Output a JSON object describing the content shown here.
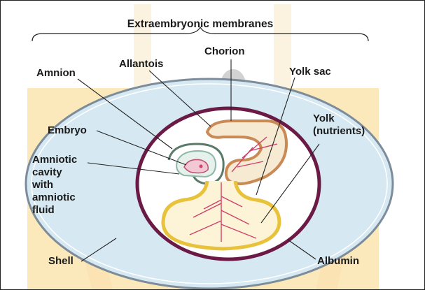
{
  "title": "Extraembryonic membranes",
  "labels": {
    "chorion": "Chorion",
    "allantois": "Allantois",
    "amnion": "Amnion",
    "yolk_sac": "Yolk sac",
    "embryo": "Embryo",
    "yolk_line1": "Yolk",
    "yolk_line2": "(nutrients)",
    "amniotic_line1": "Amniotic",
    "amniotic_line2": "cavity",
    "amniotic_line3": "with",
    "amniotic_line4": "amniotic",
    "amniotic_line5": "fluid",
    "shell": "Shell",
    "albumin": "Albumin"
  },
  "colors": {
    "background_panel": "#fbe6b4",
    "egg_fill": "#d6e8f2",
    "shell_stroke": "#7c8c9a",
    "chorion": "#6a1a45",
    "allantois": "#c98a55",
    "yolk_sac": "#e8c23a",
    "vessels": "#d0406a",
    "amnion": "#5a7a6a"
  }
}
